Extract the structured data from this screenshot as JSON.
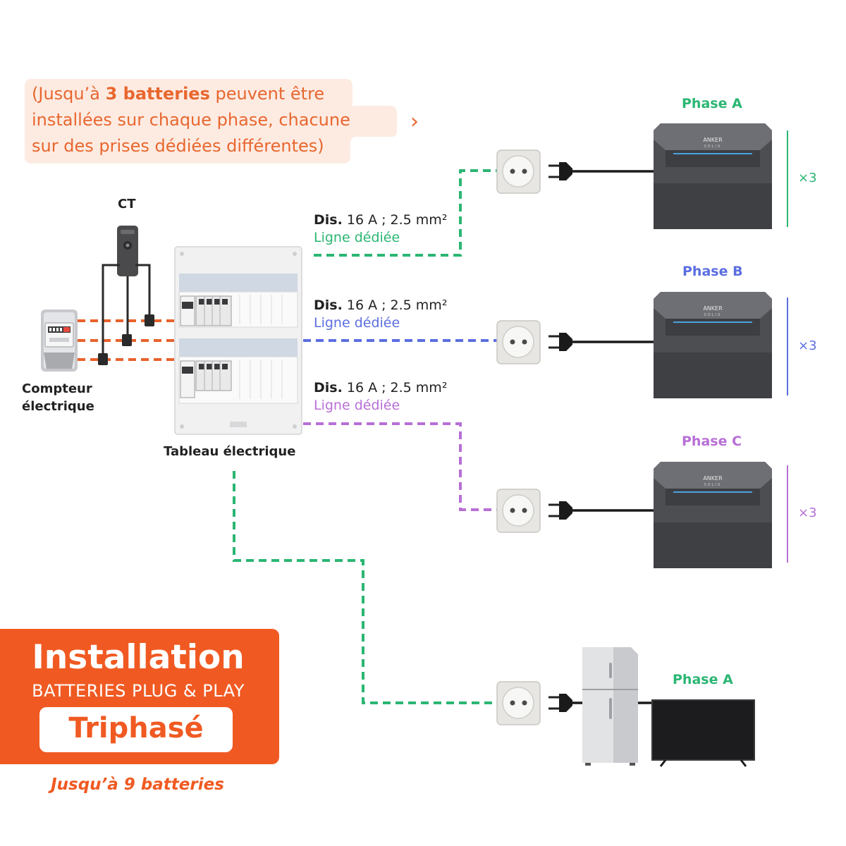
{
  "note": {
    "line1_pre": "(Jusqu’à ",
    "line1_bold": "3 batteries",
    "line1_post": " peuvent être",
    "line2": "installées sur chaque phase, chacune",
    "line3": "sur des prises dédiées différentes)",
    "chevron": "›"
  },
  "labels": {
    "ct": "CT",
    "meter_line1": "Compteur",
    "meter_line2": "électrique",
    "panel": "Tableau électrique"
  },
  "cables": [
    {
      "bold": "Dis.",
      "spec": " 16 A ; 2.5 mm²",
      "line": "Ligne dédiée",
      "color": "#2bb673"
    },
    {
      "bold": "Dis.",
      "spec": " 16 A ; 2.5 mm²",
      "line": "Ligne dédiée",
      "color": "#5b6ee1"
    },
    {
      "bold": "Dis.",
      "spec": " 16 A ; 2.5 mm²",
      "line": "Ligne dédiée",
      "color": "#b76fd6"
    }
  ],
  "phases": [
    {
      "title": "Phase A",
      "color": "#2bb673",
      "count": "×3"
    },
    {
      "title": "Phase B",
      "color": "#5b6ee1",
      "count": "×3"
    },
    {
      "title": "Phase C",
      "color": "#b76fd6",
      "count": "×3"
    },
    {
      "title": "Phase A",
      "color": "#2bb673"
    }
  ],
  "battery_brand": "ANKER",
  "battery_model": "SOLIX",
  "promo": {
    "title": "Installation",
    "subtitle": "BATTERIES PLUG & PLAY",
    "pill": "Triphasé",
    "footer": "Jusqu’à 9 batteries"
  },
  "colors": {
    "accent": "#f05a22",
    "note_bg": "#fdebe2",
    "note_text": "#e8672f",
    "meter_line": "#e8622c",
    "green": "#2bb673",
    "blue": "#5b6ee1",
    "purple": "#b76fd6"
  }
}
